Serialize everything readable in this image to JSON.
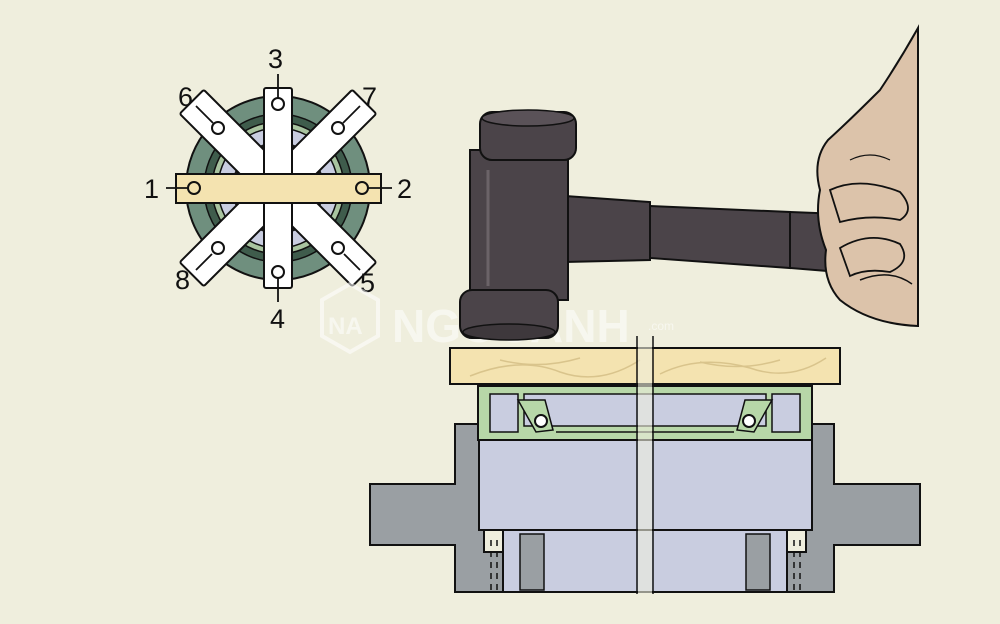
{
  "diagram": {
    "order_labels": [
      "1",
      "2",
      "3",
      "4",
      "5",
      "6",
      "7",
      "8"
    ],
    "watermark": {
      "logo_text": "NA",
      "brand": "NGOCANH",
      "suffix": ".com"
    }
  },
  "colors": {
    "background": "#efeedd",
    "seal_green": "#b7d7a8",
    "seal_dark_green": "#5c7f6a",
    "steel_light": "#c9cde0",
    "housing_gray": "#9a9fa3",
    "wood": "#f4e3b0",
    "hammer": "#4b4449",
    "skin": "#dcc3aa"
  }
}
